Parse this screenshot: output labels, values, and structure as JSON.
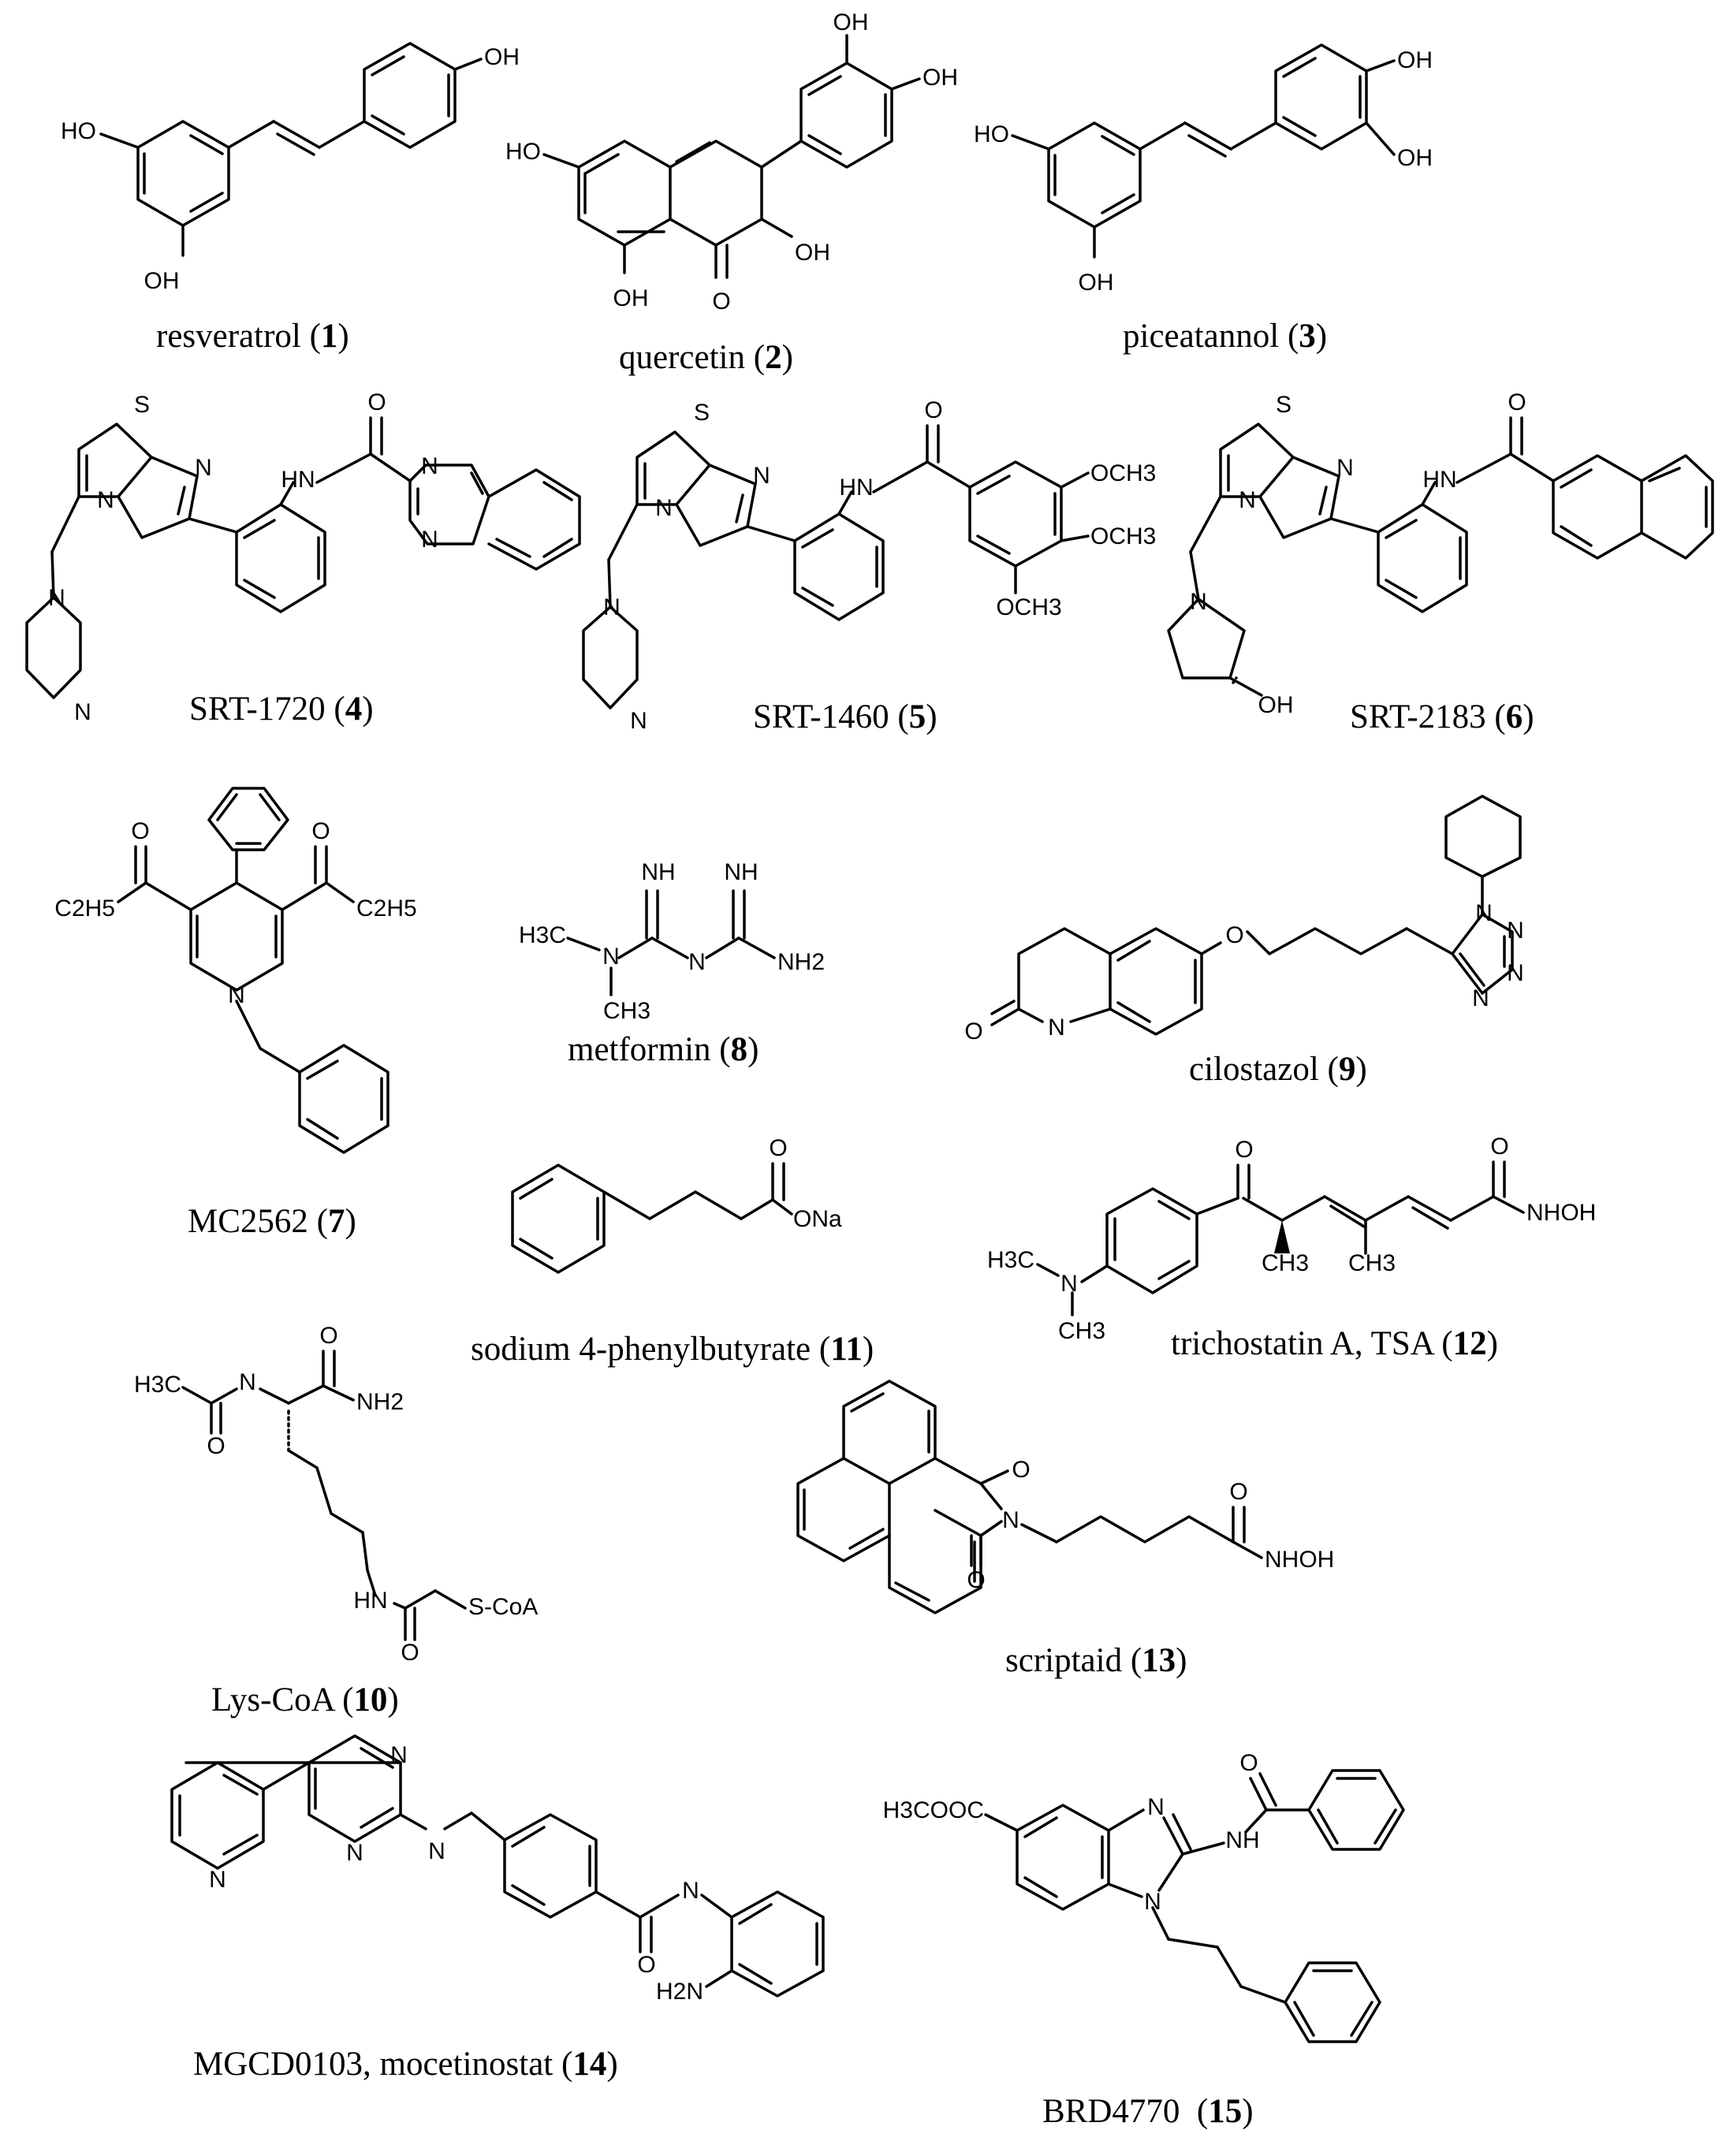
{
  "compounds": [
    {
      "name": "resveratrol",
      "number": "1",
      "atoms": {
        "a1": "OH",
        "a2": "HO",
        "a3": "OH"
      }
    },
    {
      "name": "quercetin",
      "number": "2",
      "atoms": {
        "a1": "OH",
        "a2": "OH",
        "a3": "HO",
        "a4": "OH",
        "a5": "OH",
        "a6": "O"
      }
    },
    {
      "name": "piceatannol",
      "number": "3",
      "atoms": {
        "a1": "OH",
        "a2": "OH",
        "a3": "HO",
        "a4": "OH"
      }
    },
    {
      "name": "SRT-1720",
      "number": "4",
      "atoms": {
        "a1": "S",
        "a2": "N",
        "a3": "N",
        "a4": "O",
        "a5": "HN",
        "a6": "N",
        "a7": "N",
        "a8": "N",
        "a9": "N"
      }
    },
    {
      "name": "SRT-1460",
      "number": "5",
      "atoms": {
        "a1": "S",
        "a2": "N",
        "a3": "N",
        "a4": "O",
        "a5": "HN",
        "a6": "OCH3",
        "a7": "OCH3",
        "a8": "OCH3",
        "a9": "N",
        "a10": "N"
      }
    },
    {
      "name": "SRT-2183",
      "number": "6",
      "atoms": {
        "a1": "S",
        "a2": "N",
        "a3": "N",
        "a4": "O",
        "a5": "HN",
        "a6": "N",
        "a7": "OH"
      }
    },
    {
      "name": "MC2562",
      "number": "7",
      "atoms": {
        "a1": "O",
        "a2": "O",
        "a3": "C2H5",
        "a4": "C2H5",
        "a5": "N"
      }
    },
    {
      "name": "metformin",
      "number": "8",
      "atoms": {
        "a1": "NH",
        "a2": "NH",
        "a3": "H3C",
        "a4": "N",
        "a5": "N",
        "a6": "NH2",
        "a7": "CH3"
      }
    },
    {
      "name": "cilostazol",
      "number": "9",
      "atoms": {
        "a1": "O",
        "a2": "N",
        "a3": "N",
        "a4": "N",
        "a5": "N",
        "a6": "O",
        "a7": "N"
      }
    },
    {
      "name": "Lys-CoA",
      "number": "10",
      "atoms": {
        "a1": "H3C",
        "a2": "N",
        "a3": "O",
        "a4": "NH2",
        "a5": "O",
        "a6": "HN",
        "a7": "S-CoA",
        "a8": "O"
      }
    },
    {
      "name": "sodium 4-phenylbutyrate",
      "number": "11",
      "atoms": {
        "a1": "O",
        "a2": "ONa"
      }
    },
    {
      "name": "trichostatin A, TSA",
      "number": "12",
      "atoms": {
        "a1": "O",
        "a2": "O",
        "a3": "NHOH",
        "a4": "H3C",
        "a5": "N",
        "a6": "CH3",
        "a7": "CH3",
        "a8": "CH3"
      }
    },
    {
      "name": "scriptaid",
      "number": "13",
      "atoms": {
        "a1": "O",
        "a2": "N",
        "a3": "O",
        "a4": "O",
        "a5": "NHOH"
      }
    },
    {
      "name": "MGCD0103, mocetinostat",
      "number": "14",
      "atoms": {
        "a1": "N",
        "a2": "N",
        "a3": "N",
        "a4": "N",
        "a5": "O",
        "a6": "N",
        "a7": "H2N"
      }
    },
    {
      "name": "BRD4770",
      "number": "15",
      "atoms": {
        "a1": "H3COOC",
        "a2": "N",
        "a3": "N",
        "a4": "O",
        "a5": "NH"
      }
    }
  ]
}
